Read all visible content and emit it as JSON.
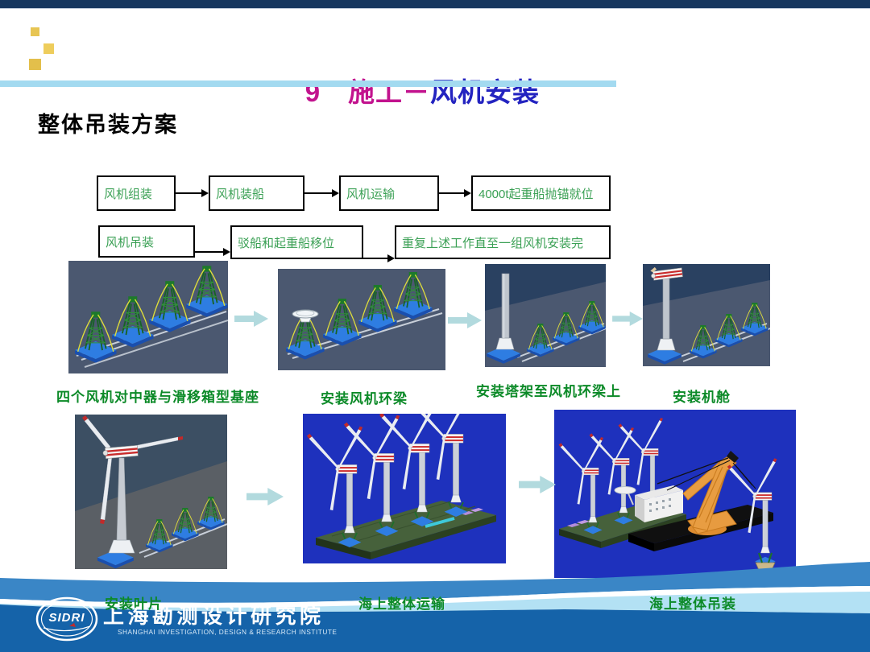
{
  "header": {
    "title_part_magenta": "9　施工－",
    "title_part_blue": "风机安装",
    "section_heading": "整体吊装方案"
  },
  "flowchart": {
    "row1": [
      "风机组装",
      "风机装船",
      "风机运输",
      "4000t起重船抛锚就位"
    ],
    "row2": [
      "风机吊装",
      "驳船和起重船移位",
      "重复上述工作直至一组风机安装完"
    ]
  },
  "steps": {
    "top_captions": [
      "四个风机对中器与滑移箱型基座",
      "安装风机环梁",
      "安装塔架至风机环梁上",
      "安装机舱"
    ],
    "bottom_captions": [
      "安装叶片",
      "海上整体运输",
      "海上整体吊装"
    ]
  },
  "footer": {
    "logo_text": "SIDRI",
    "org_name_cn": "上海勘测设计研究院",
    "org_name_en": "SHANGHAI  INVESTIGATION,  DESIGN & RESEARCH  INSTITUTE"
  },
  "colors": {
    "title_magenta": "#c2138e",
    "title_blue": "#2323c0",
    "flow_text_green": "#3aa054",
    "caption_green": "#0c8a28",
    "top_bar_navy": "#16375f",
    "divider_light_blue": "#a3daf0",
    "accent_yellow": "#e7c553",
    "block_arrow_teal": "#b2dade",
    "footer_mid_blue": "#3a86c6",
    "footer_pale_blue": "#b3e1f4",
    "footer_dark_blue": "#1563a9"
  }
}
